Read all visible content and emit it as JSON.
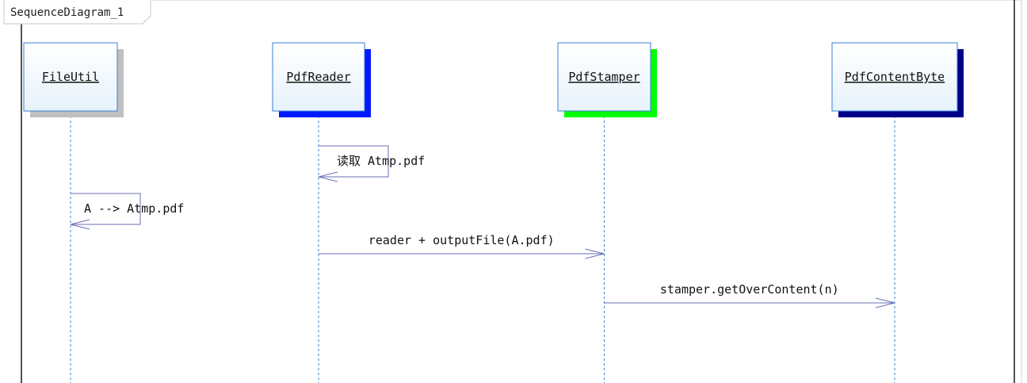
{
  "diagram": {
    "type": "sequence",
    "title": "SequenceDiagram_1",
    "objects": [
      {
        "name": "FileUtil",
        "shadow_color": "#c0c0c0"
      },
      {
        "name": "PdfReader",
        "shadow_color": "#0018ff"
      },
      {
        "name": "PdfStamper",
        "shadow_color": "#00ff00"
      },
      {
        "name": "PdfContentByte",
        "shadow_color": "#00008b"
      }
    ],
    "messages": [
      {
        "from": "PdfReader",
        "to": "PdfReader",
        "label": "读取 Atmp.pdf",
        "kind": "self"
      },
      {
        "from": "FileUtil",
        "to": "FileUtil",
        "label": "A --> Atmp.pdf",
        "kind": "self"
      },
      {
        "from": "PdfReader",
        "to": "PdfStamper",
        "label": "reader + outputFile(A.pdf)",
        "kind": "call"
      },
      {
        "from": "PdfStamper",
        "to": "PdfContentByte",
        "label": "stamper.getOverContent(n)",
        "kind": "call"
      }
    ]
  },
  "colors": {
    "box_fill_top": "#ffffff",
    "box_fill_bottom": "#e6f2fb",
    "box_border": "#3a7fd5",
    "lifeline": "#3a7fd5",
    "message_line": "#6b6fb5"
  }
}
